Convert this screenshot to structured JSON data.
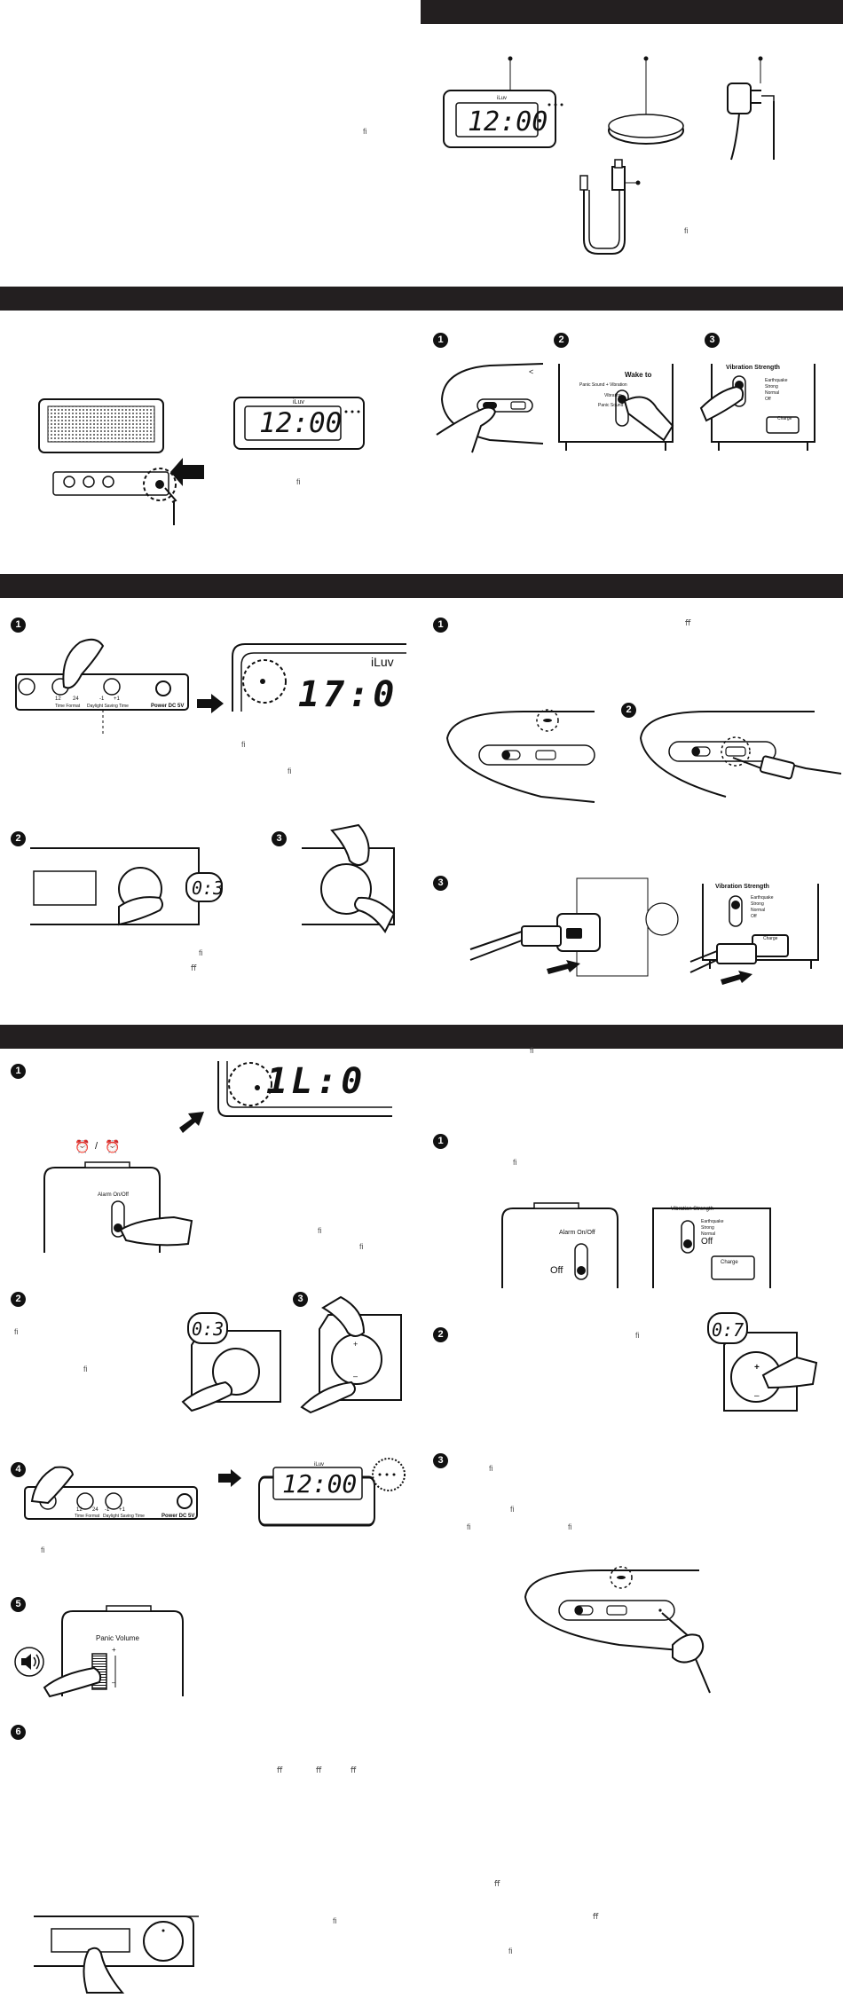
{
  "sections": [
    {
      "id": "box-contents"
    },
    {
      "id": "setup"
    },
    {
      "id": "clock-and-charging"
    },
    {
      "id": "alarm-and-vibration"
    }
  ],
  "step_numbers": {
    "setup": [
      "1",
      "2",
      "3"
    ],
    "time": [
      "1",
      "2",
      "3"
    ],
    "charge": [
      "1",
      "2",
      "3"
    ],
    "alarm": [
      "1",
      "2",
      "3",
      "4",
      "5",
      "6"
    ],
    "vibration": [
      "1",
      "2",
      "3"
    ]
  },
  "device": {
    "brand": "iLuv",
    "clock_time": "12:00",
    "partial_time_1": "17:0",
    "partial_time_2": "1L:0",
    "knob_display_1": "0:3",
    "knob_display_2": "0:7",
    "charge_label": "Charge",
    "power_label": "Power DC 5V"
  },
  "labels": {
    "wake_to": "Wake to",
    "wake_options": [
      "Panic Sound + Vibration",
      "Vibration",
      "Panic Sound"
    ],
    "vibration_strength": "Vibration Strength",
    "vibration_options": [
      "Earthquake",
      "Strong",
      "Normal",
      "Off"
    ],
    "alarm_on_off": "Alarm On/Off",
    "off": "Off",
    "panic_volume": "Panic Volume",
    "time_format": "Time Format",
    "time_format_options": [
      "12",
      "24"
    ],
    "daylight_saving": "Daylight Saving Time",
    "dst_options": [
      "-1",
      "+1"
    ],
    "alarm_icon_separator": "/",
    "knob_plus": "+",
    "knob_minus": "–"
  },
  "stray_glyphs": [
    "ﬁ",
    "ﬁ",
    "ﬁ",
    "ﬁ",
    "ﬀ",
    "ﬁ",
    "ﬁ",
    "ﬀ",
    "ﬁ",
    "ﬁ",
    "ﬁ",
    "ﬁ",
    "ﬁ",
    "ﬁ",
    "ﬁ",
    "ﬁ",
    "ﬁ",
    "ﬁ",
    "ﬁ",
    "ﬁ",
    "ﬀ",
    "ﬀ",
    "ﬀ",
    "ﬀ",
    "ﬁ",
    "ﬀ",
    "ﬁ"
  ]
}
